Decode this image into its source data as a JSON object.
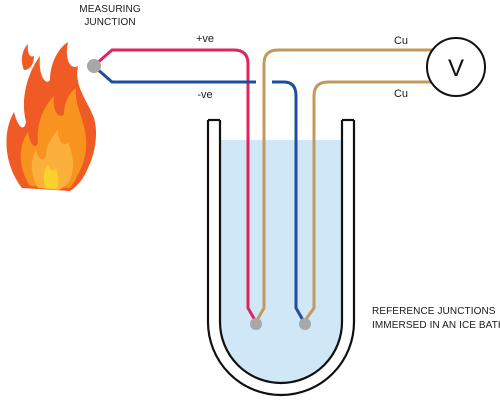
{
  "labels": {
    "measuring_line1": "MEASURING",
    "measuring_line2": "JUNCTION",
    "positive": "+ve",
    "negative": "-ve",
    "cu_top": "Cu",
    "cu_bottom": "Cu",
    "voltmeter": "V",
    "reference_line1": "REFERENCE JUNCTIONS",
    "reference_line2": "IMMERSED IN AN ICE BATH"
  },
  "colors": {
    "positive_wire": "#e0245e",
    "negative_wire": "#1f4e9c",
    "copper_wire": "#c49a5c",
    "junction": "#a8a8a8",
    "ice_water": "#cfe7f7",
    "beaker_outline": "#111111"
  },
  "icons": [
    "flame-icon",
    "voltmeter-icon"
  ]
}
